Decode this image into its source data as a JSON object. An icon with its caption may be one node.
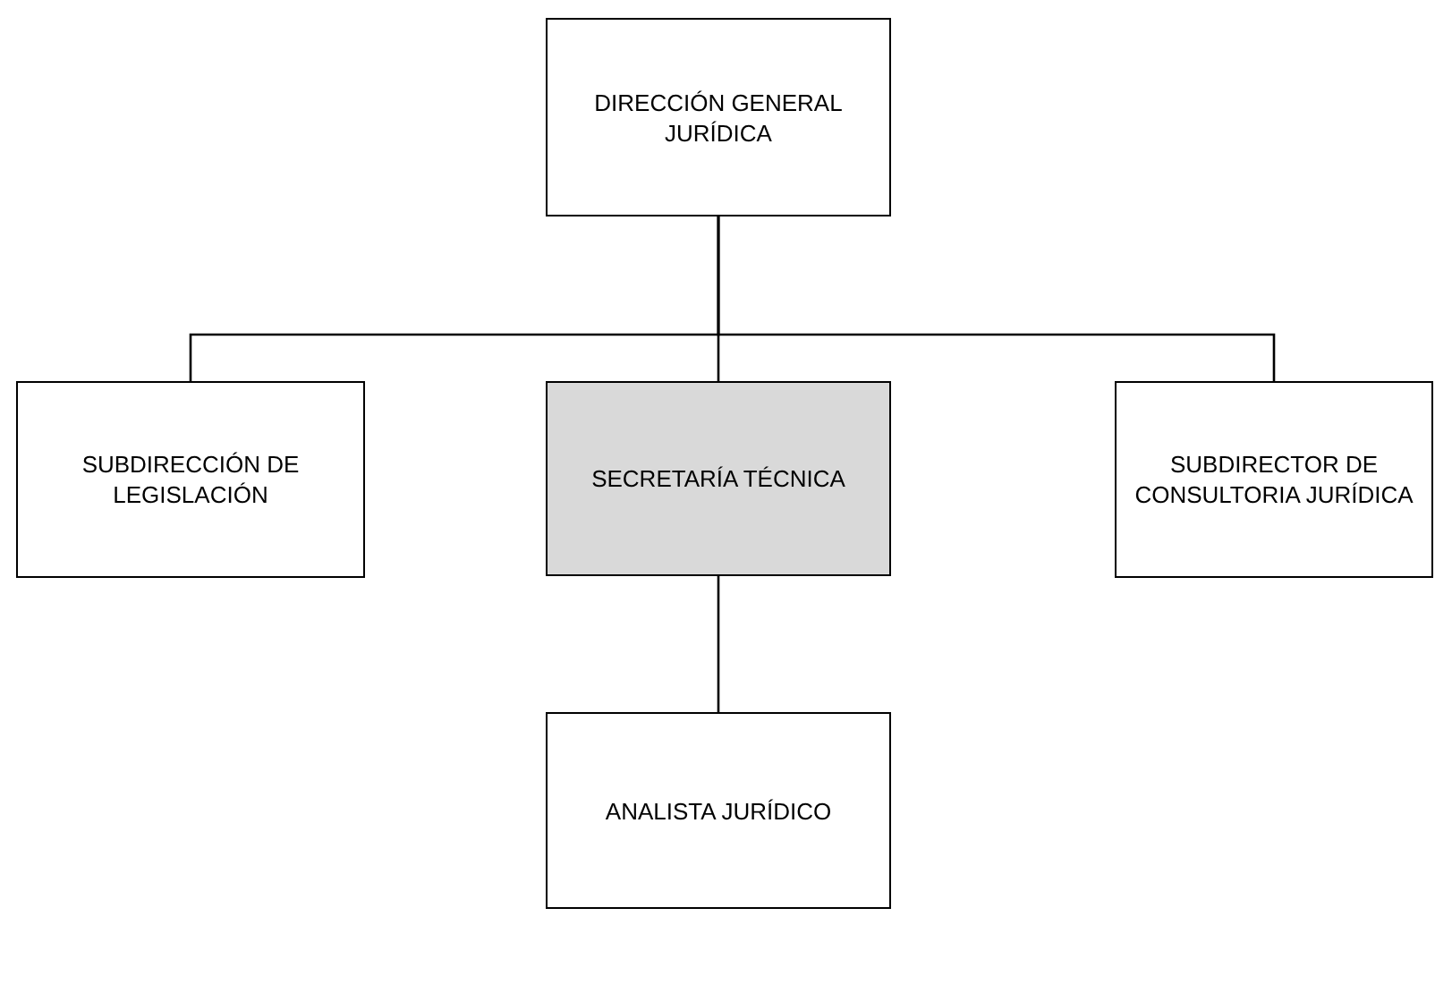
{
  "diagram": {
    "nodes": [
      {
        "text": [
          "DIRECCIÓN GENERAL JURÍDICA"
        ]
      },
      {
        "text": [
          "SUBDIRECCIÓN DE LEGISLACIÓN"
        ]
      },
      {
        "text": [
          "SECRETARÍA TÉCNICA"
        ]
      },
      {
        "text": [
          "SUBDIRECTOR DE CONSULTORIA JURÍDICA"
        ]
      },
      {
        "text": [
          "ANALISTA JURÍDICO"
        ]
      }
    ],
    "edges": [
      {
        "from": 0,
        "to": 1,
        "arrow": "none"
      },
      {
        "from": 0,
        "to": 2,
        "arrow": "none"
      },
      {
        "from": 0,
        "to": 3,
        "arrow": "none"
      },
      {
        "from": 2,
        "to": 4,
        "arrow": "none"
      }
    ]
  }
}
